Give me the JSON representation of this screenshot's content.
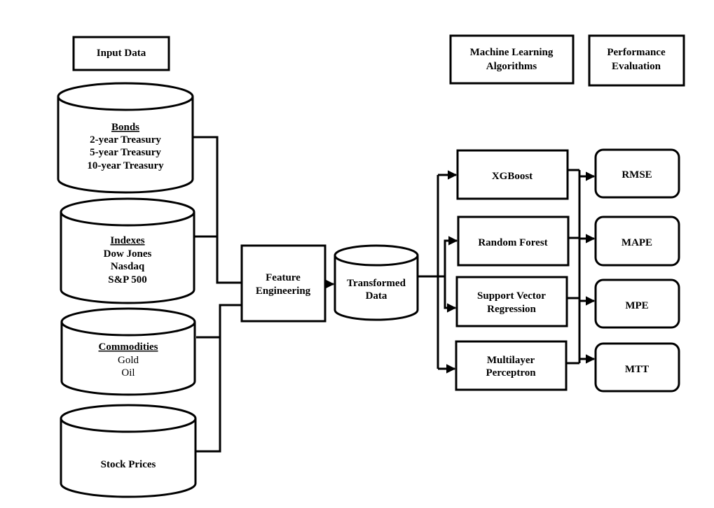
{
  "headers": {
    "input": "Input Data",
    "ml": [
      "Machine Learning",
      "Algorithms"
    ],
    "perf": [
      "Performance",
      "Evaluation"
    ]
  },
  "sources": {
    "bonds": {
      "title": "Bonds",
      "items": [
        "2-year Treasury",
        "5-year Treasury",
        "10-year Treasury"
      ]
    },
    "indexes": {
      "title": "Indexes",
      "items": [
        "Dow Jones",
        "Nasdaq",
        "S&P 500"
      ]
    },
    "commodities": {
      "title": "Commodities",
      "items": [
        "Gold",
        "Oil"
      ]
    },
    "stocks": {
      "title": "Stock Prices"
    }
  },
  "feature_engineering": [
    "Feature",
    "Engineering"
  ],
  "transformed_data": [
    "Transformed",
    "Data"
  ],
  "algorithms": {
    "xgboost": [
      "XGBoost"
    ],
    "random_forest": [
      "Random Forest"
    ],
    "svr": [
      "Support Vector",
      "Regression"
    ],
    "mlp": [
      "Multilayer",
      "Perceptron"
    ]
  },
  "metrics": {
    "rmse": "RMSE",
    "mape": "MAPE",
    "mpe": "MPE",
    "mtt": "MTT"
  }
}
